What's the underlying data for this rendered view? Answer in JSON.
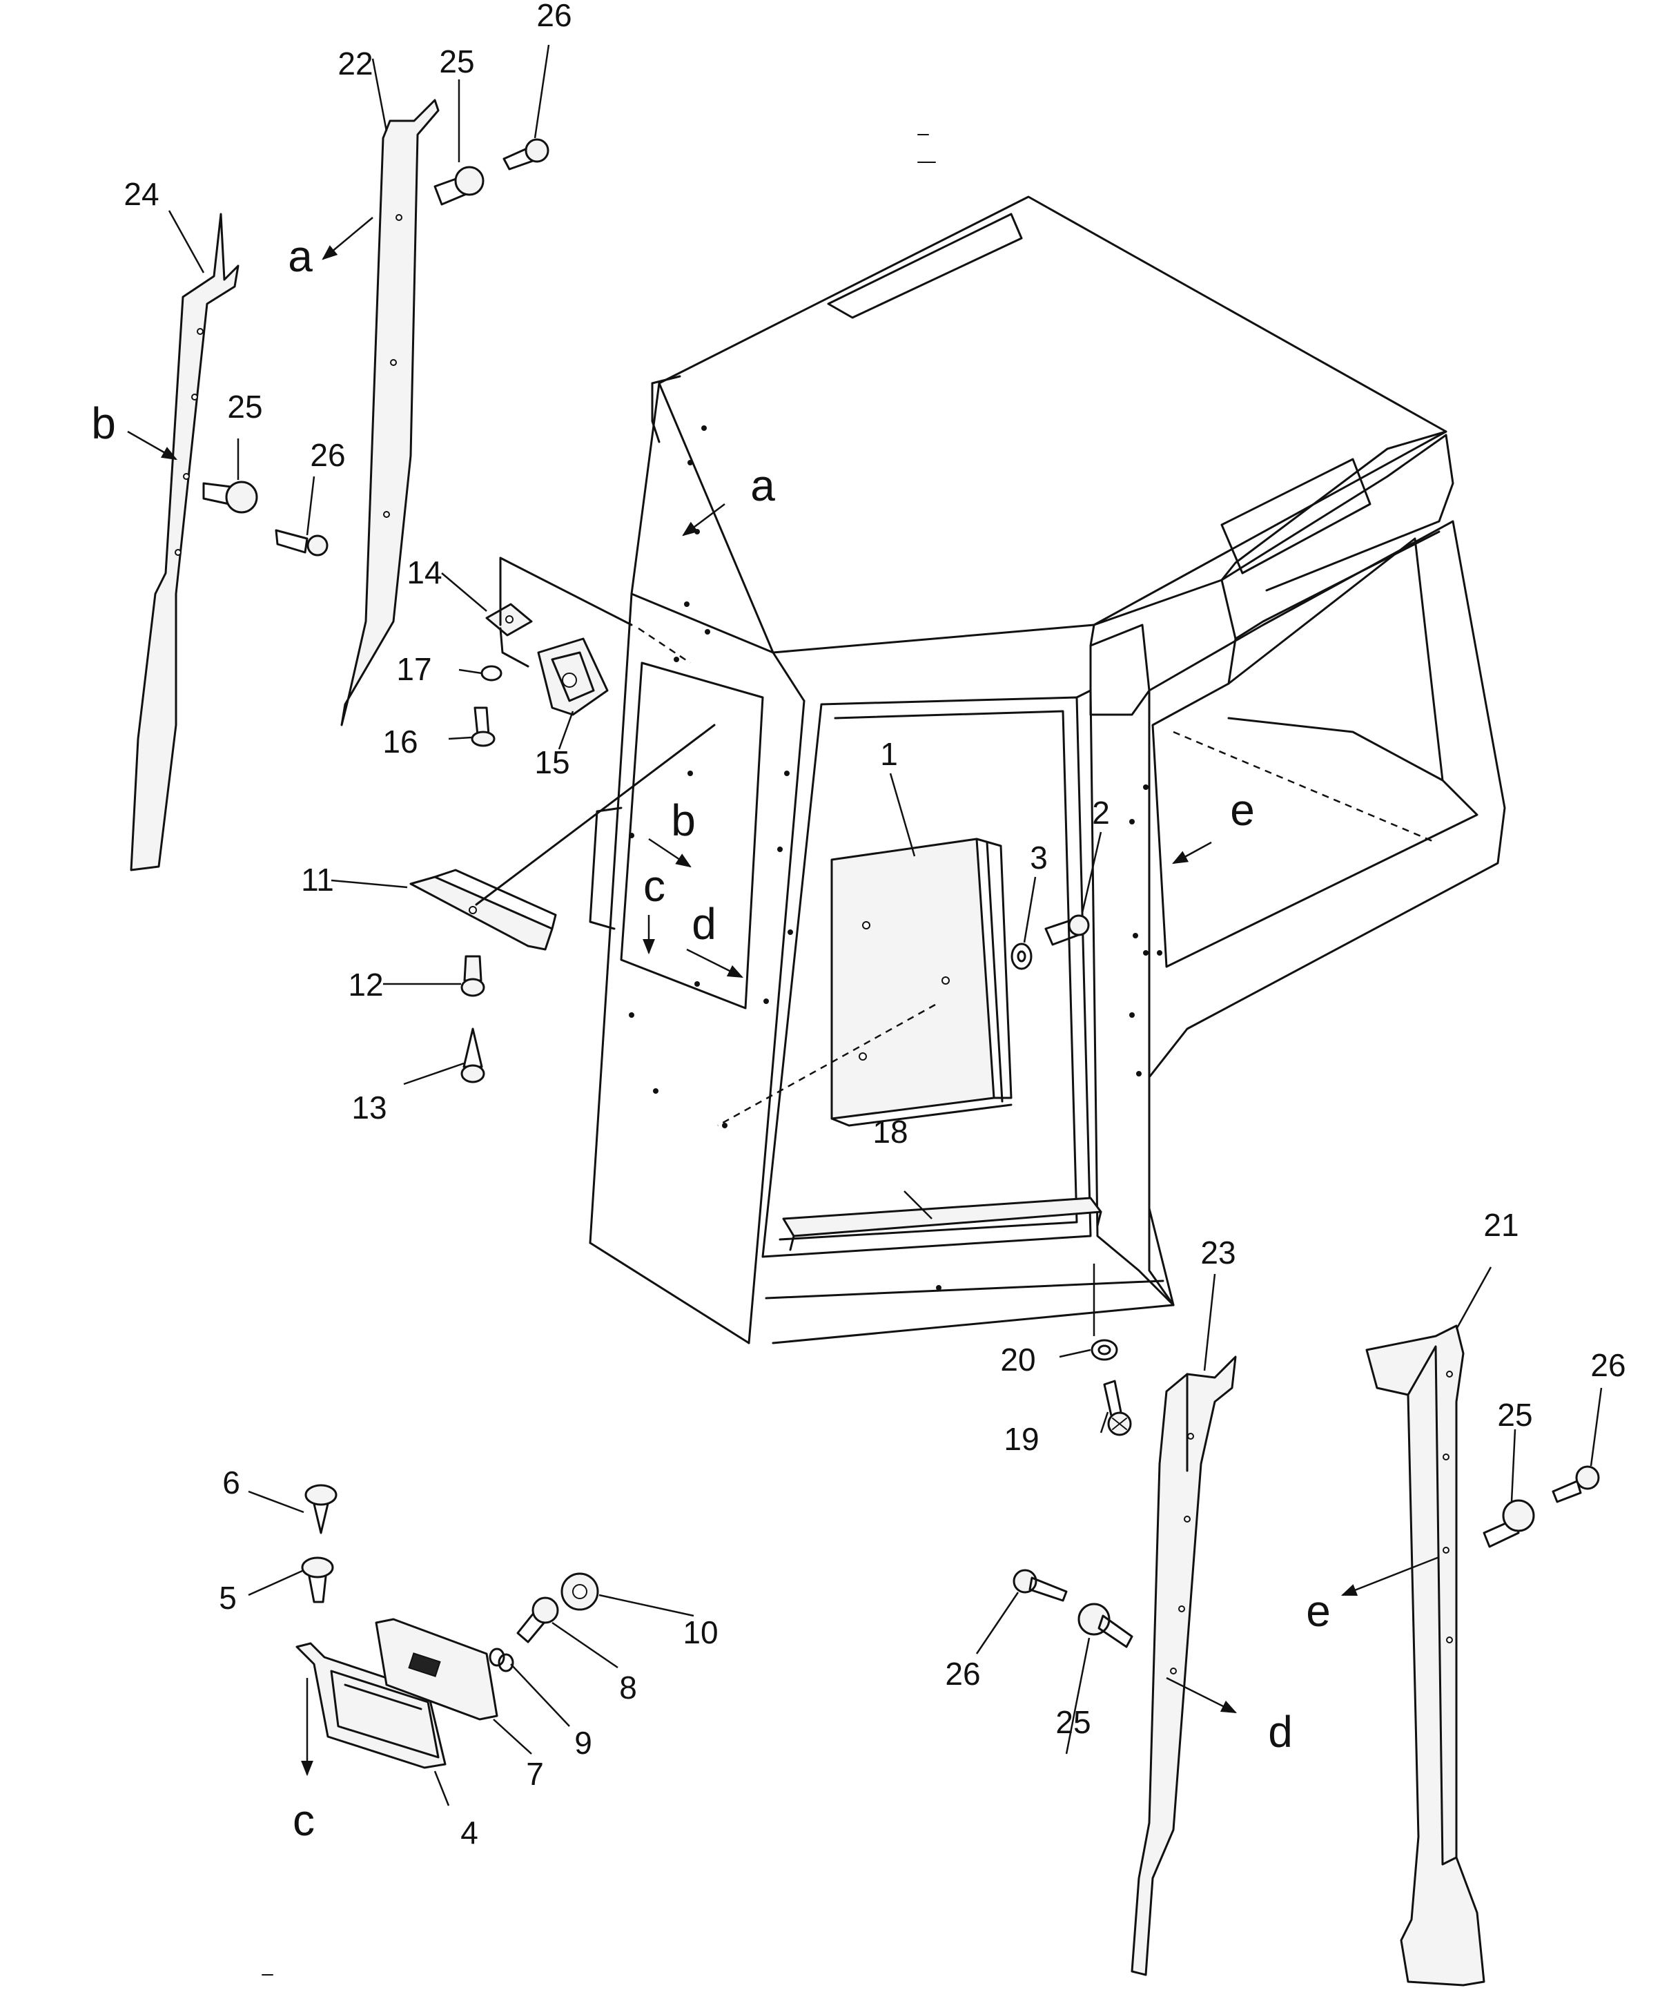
{
  "callouts": {
    "p1": "1",
    "p2": "2",
    "p3": "3",
    "p4": "4",
    "p5": "5",
    "p6": "6",
    "p7": "7",
    "p8": "8",
    "p9": "9",
    "p10": "10",
    "p11": "11",
    "p12": "12",
    "p13": "13",
    "p14": "14",
    "p15": "15",
    "p16": "16",
    "p17": "17",
    "p18": "18",
    "p19": "19",
    "p20": "20",
    "p21": "21",
    "p22": "22",
    "p23": "23",
    "p24": "24",
    "p25_top": "25",
    "p25_left": "25",
    "p25_bottom": "25",
    "p25_right": "25",
    "p26_top": "26",
    "p26_left": "26",
    "p26_bottom": "26",
    "p26_right": "26"
  },
  "reference_letters": {
    "a_part": "a",
    "a_cab": "a",
    "b_part": "b",
    "b_cab": "b",
    "c_part": "c",
    "c_cab": "c",
    "d_part": "d",
    "d_cab": "d",
    "e_part": "e",
    "e_cab": "e"
  }
}
